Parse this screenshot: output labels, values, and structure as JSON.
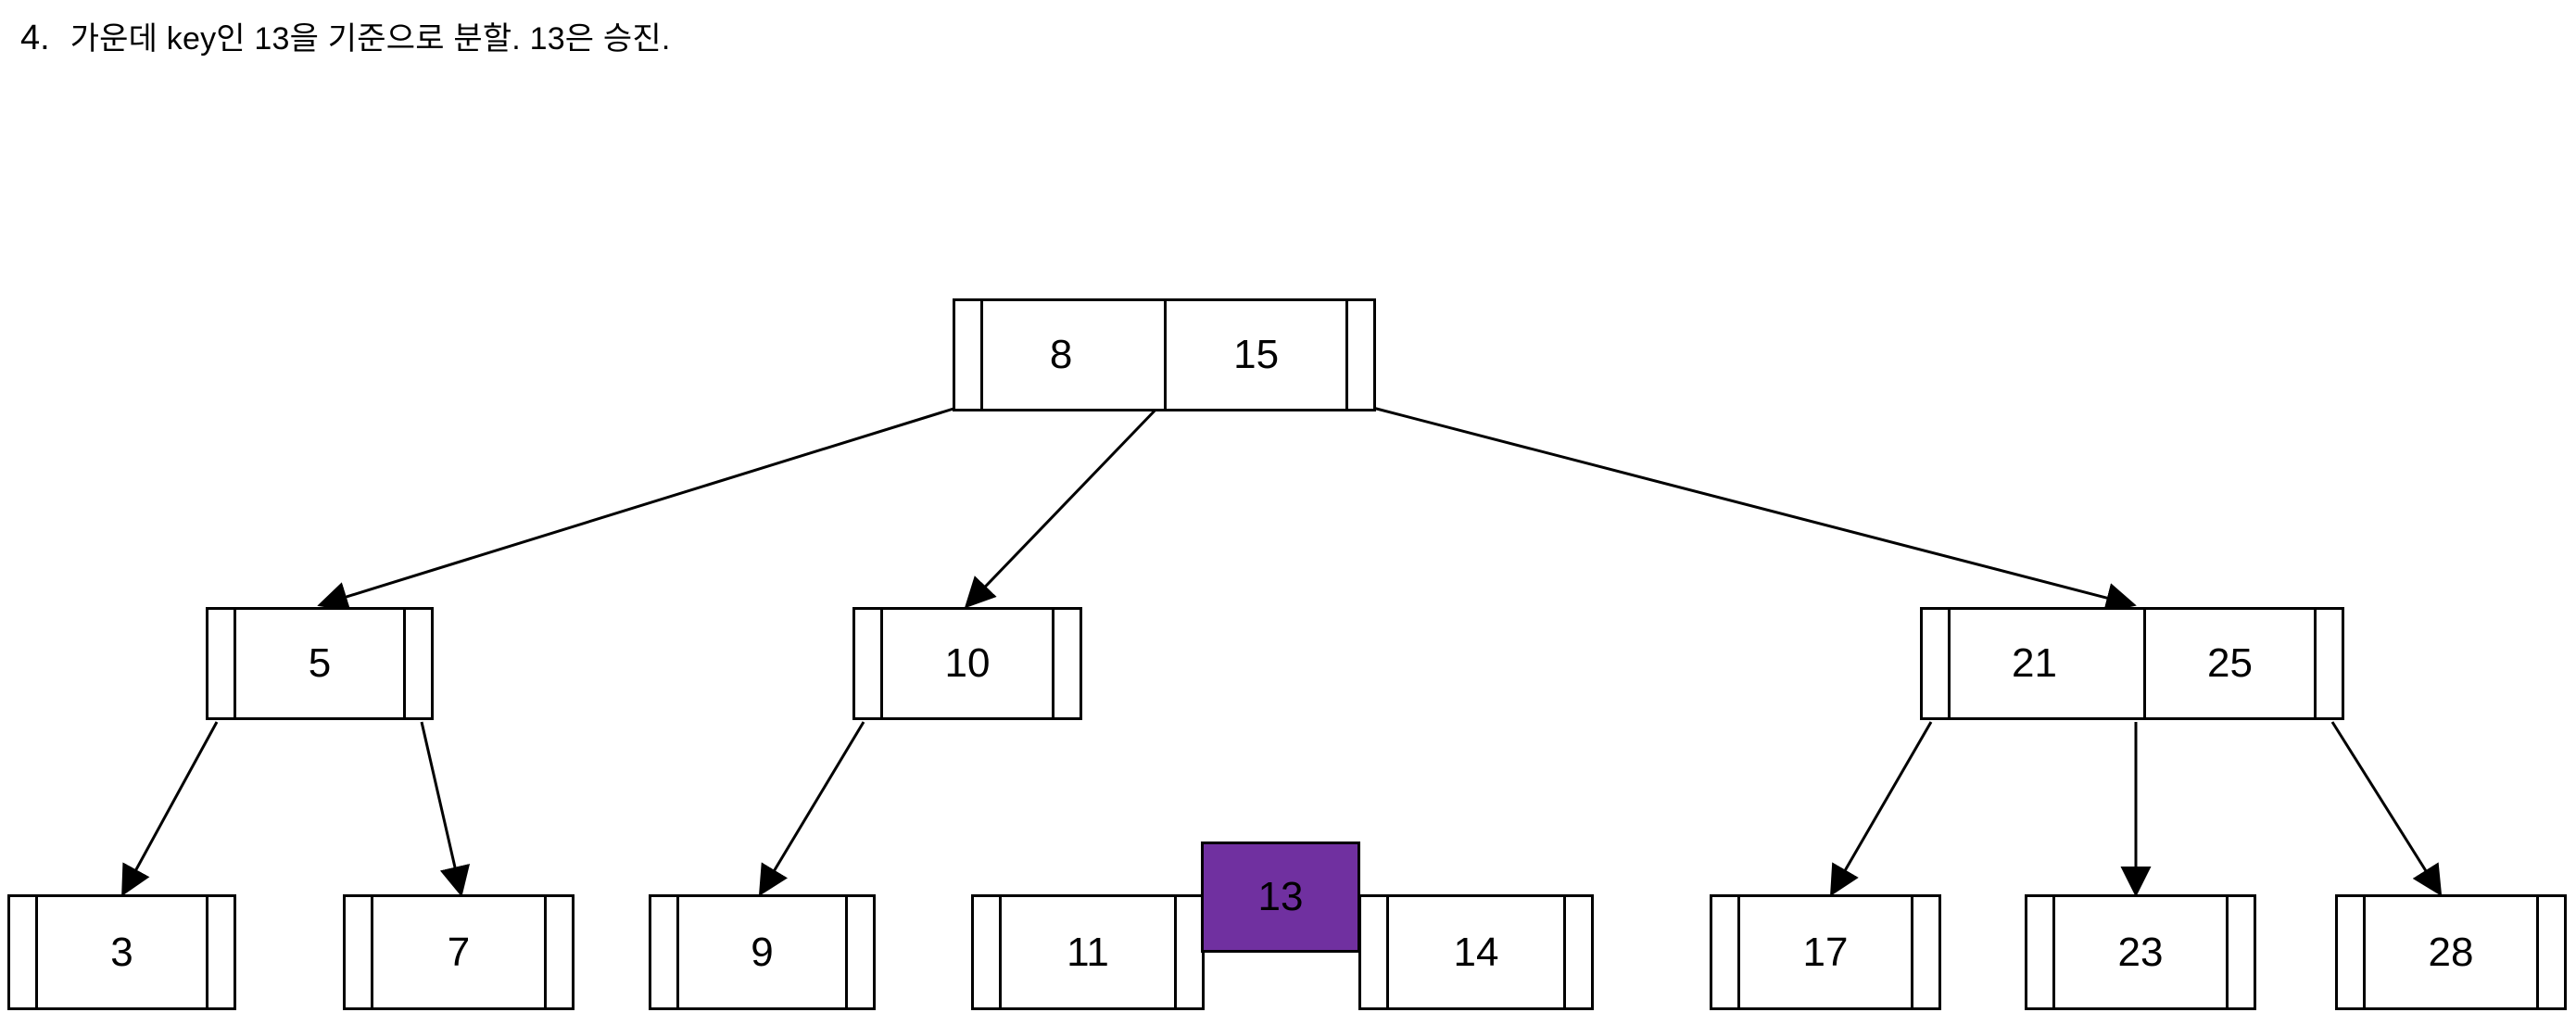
{
  "heading": {
    "number": "4.",
    "text": "가운데 key인 13을 기준으로 분할. 13은 승진."
  },
  "colors": {
    "stroke": "#000000",
    "background": "#FFFFFF",
    "promoted_fill": "#7030A0",
    "promoted_text": "#000000"
  },
  "diagram": {
    "type": "b-tree",
    "levels": 3,
    "root": {
      "id": "root-node",
      "keys": [
        "8",
        "15"
      ],
      "pointers": 3
    },
    "internal": [
      {
        "id": "internal-node-5",
        "keys": [
          "5"
        ],
        "pointers": 2
      },
      {
        "id": "internal-node-10",
        "keys": [
          "10"
        ],
        "pointers": 2
      },
      {
        "id": "internal-node-21-25",
        "keys": [
          "21",
          "25"
        ],
        "pointers": 3
      }
    ],
    "leaves": [
      {
        "id": "leaf-node-3",
        "keys": [
          "3"
        ]
      },
      {
        "id": "leaf-node-7",
        "keys": [
          "7"
        ]
      },
      {
        "id": "leaf-node-9",
        "keys": [
          "9"
        ]
      },
      {
        "id": "leaf-node-11",
        "keys": [
          "11"
        ]
      },
      {
        "id": "leaf-node-14",
        "keys": [
          "14"
        ]
      },
      {
        "id": "leaf-node-17",
        "keys": [
          "17"
        ]
      },
      {
        "id": "leaf-node-23",
        "keys": [
          "23"
        ]
      },
      {
        "id": "leaf-node-28",
        "keys": [
          "28"
        ]
      }
    ],
    "promoted": {
      "id": "promoted-key-13",
      "key": "13",
      "highlighted": true
    },
    "root_keys": {
      "k0": "8",
      "k1": "15"
    },
    "n5": {
      "k0": "5"
    },
    "n10": {
      "k0": "10"
    },
    "n2125": {
      "k0": "21",
      "k1": "25"
    },
    "l3": {
      "k0": "3"
    },
    "l7": {
      "k0": "7"
    },
    "l9": {
      "k0": "9"
    },
    "l11": {
      "k0": "11"
    },
    "l14": {
      "k0": "14"
    },
    "l17": {
      "k0": "17"
    },
    "l23": {
      "k0": "23"
    },
    "l28": {
      "k0": "28"
    },
    "promo": {
      "k0": "13"
    }
  }
}
